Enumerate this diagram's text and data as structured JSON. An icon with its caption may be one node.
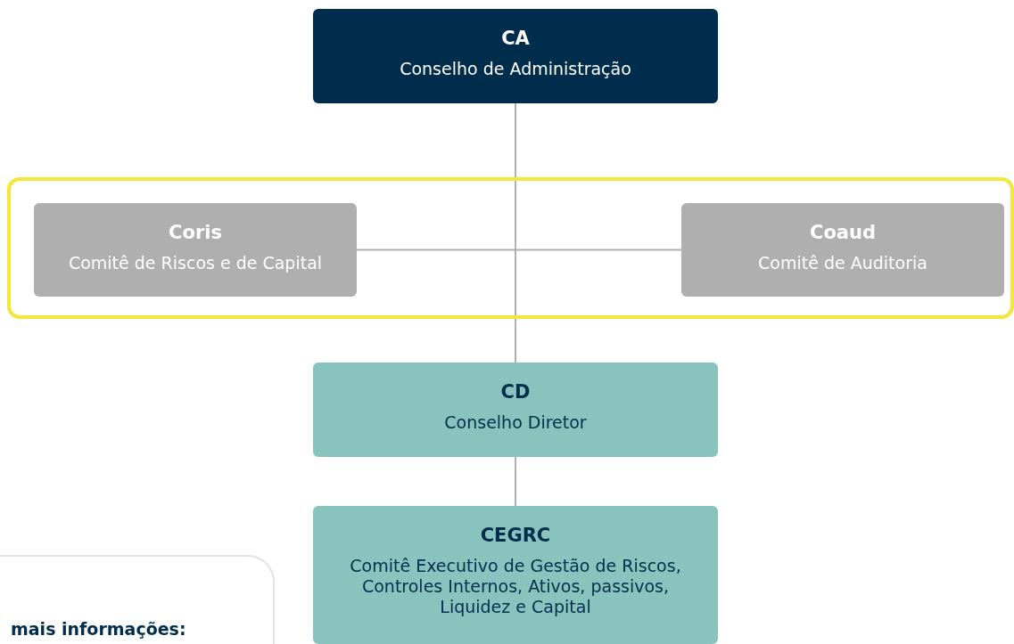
{
  "diagram": {
    "nodes": [
      {
        "text": [
          "CA",
          "Conselho de Administração"
        ]
      },
      {
        "text": [],
        "shape": "box"
      },
      {
        "text": [
          "Coris",
          "Comitê de Riscos e de Capital"
        ],
        "in": 1
      },
      {
        "text": [
          "Coaud",
          "Comitê de Auditoria"
        ],
        "in": 1
      },
      {
        "text": [
          "CD",
          "Conselho Diretor"
        ]
      },
      {
        "text": [
          "CEGRC",
          "Comitê Executivo de Gestão de Riscos, Controles Internos, Ativos, passivos, Liquidez e Capital"
        ]
      },
      {
        "text": [
          "mais informações:"
        ]
      }
    ],
    "edges": [
      {
        "from": 0,
        "to": 4,
        "arrow": "none"
      },
      {
        "from": 0,
        "to": 2,
        "arrow": "none"
      },
      {
        "from": 0,
        "to": 3,
        "arrow": "none"
      },
      {
        "from": 4,
        "to": 5,
        "arrow": "none"
      }
    ]
  }
}
